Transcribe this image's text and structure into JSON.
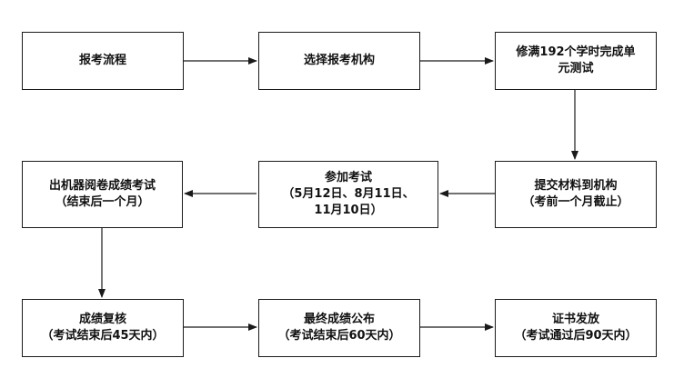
{
  "diagram": {
    "type": "flowchart",
    "nodes": [
      {
        "id": "n1",
        "lines": [
          "报考流程"
        ]
      },
      {
        "id": "n2",
        "lines": [
          "选择报考机构"
        ]
      },
      {
        "id": "n3",
        "lines": [
          "修满192个学时完成单",
          "元测试"
        ]
      },
      {
        "id": "n4",
        "lines": [
          "提交材料到机构",
          "（考前一个月截止）"
        ]
      },
      {
        "id": "n5",
        "lines": [
          "参加考试",
          "（5月12日、8月11日、",
          "11月10日）"
        ]
      },
      {
        "id": "n6",
        "lines": [
          "出机器阅卷成绩考试",
          "（结束后一个月）"
        ]
      },
      {
        "id": "n7",
        "lines": [
          "成绩复核",
          "（考试结束后45天内）"
        ]
      },
      {
        "id": "n8",
        "lines": [
          "最终成绩公布",
          "（考试结束后60天内）"
        ]
      },
      {
        "id": "n9",
        "lines": [
          "证书发放",
          "（考试通过后90天内）"
        ]
      }
    ],
    "edges": [
      {
        "from": "n1",
        "to": "n2"
      },
      {
        "from": "n2",
        "to": "n3"
      },
      {
        "from": "n3",
        "to": "n4"
      },
      {
        "from": "n4",
        "to": "n5"
      },
      {
        "from": "n5",
        "to": "n6"
      },
      {
        "from": "n6",
        "to": "n7"
      },
      {
        "from": "n7",
        "to": "n8"
      },
      {
        "from": "n8",
        "to": "n9"
      }
    ],
    "colors": {
      "stroke": "#1a1a1a",
      "fill": "#ffffff",
      "text": "#111111"
    }
  }
}
